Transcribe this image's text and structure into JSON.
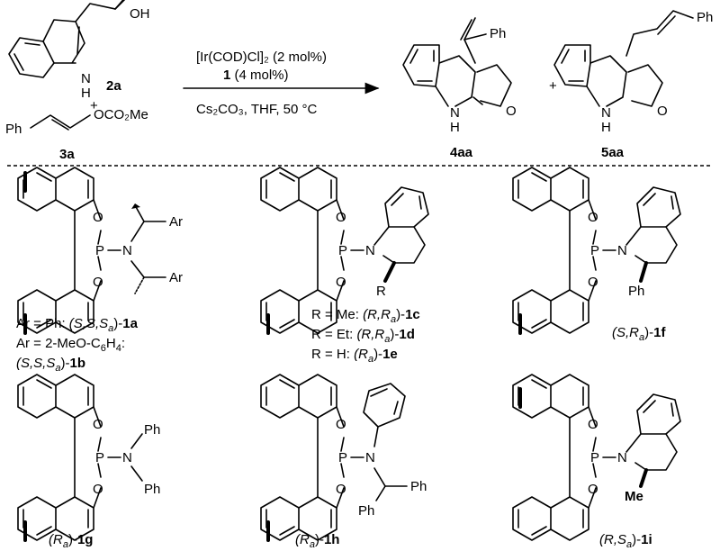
{
  "reaction": {
    "substrate_2a": {
      "atom_oh": "OH",
      "atom_nh": "N",
      "atom_h": "H",
      "label": "2a"
    },
    "plus_top": "+",
    "substrate_3a": {
      "ph": "Ph",
      "oco2me": "OCO₂Me",
      "label": "3a"
    },
    "conditions": {
      "line1": "[Ir(COD)Cl]₂ (2 mol%)",
      "line2_bold": "1",
      "line2_rest": " (4 mol%)",
      "line3": "Cs₂CO₃, THF, 50 °C"
    },
    "product_4aa": {
      "ph": "Ph",
      "n": "N",
      "h": "H",
      "o": "O",
      "label": "4aa"
    },
    "plus_products": "+",
    "product_5aa": {
      "ph": "Ph",
      "n": "N",
      "h": "H",
      "o": "O",
      "label": "5aa"
    }
  },
  "ligands": [
    {
      "id": "1a_1b",
      "atoms": {
        "o1": "O",
        "o2": "O",
        "p": "P",
        "n": "N",
        "ar1": "Ar",
        "ar2": "Ar"
      },
      "caption": [
        {
          "pre": "Ar = Ph: ",
          "stereo": "(S,S,S",
          "sub": "a",
          "post": ")-",
          "id": "1a"
        },
        {
          "pre": "Ar = 2-MeO-C",
          "sub6": "6",
          "mid": "H",
          "sub4": "4",
          "post": ":"
        },
        {
          "stereo": "(S,S,S",
          "sub": "a",
          "post": ")-",
          "id": "1b"
        }
      ]
    },
    {
      "id": "1c_1e",
      "atoms": {
        "o1": "O",
        "o2": "O",
        "p": "P",
        "n": "N",
        "r": "R"
      },
      "caption": [
        {
          "pre": "R = Me: ",
          "stereo": "(R,R",
          "sub": "a",
          "post": ")-",
          "id": "1c"
        },
        {
          "pre": "R = Et: ",
          "stereo": "(R,R",
          "sub": "a",
          "post": ")-",
          "id": "1d"
        },
        {
          "pre": "R = H: ",
          "stereo": "(R",
          "sub": "a",
          "post": ")-",
          "id": "1e"
        }
      ]
    },
    {
      "id": "1f",
      "atoms": {
        "o1": "O",
        "o2": "O",
        "p": "P",
        "n": "N",
        "ph": "Ph"
      },
      "caption": [
        {
          "stereo": "(S,R",
          "sub": "a",
          "post": ")-",
          "id": "1f"
        }
      ]
    },
    {
      "id": "1g",
      "atoms": {
        "o1": "O",
        "o2": "O",
        "p": "P",
        "n": "N",
        "ph1": "Ph",
        "ph2": "Ph"
      },
      "caption": [
        {
          "stereo": "(R",
          "sub": "a",
          "post": ")-",
          "id": "1g"
        }
      ]
    },
    {
      "id": "1h",
      "atoms": {
        "o1": "O",
        "o2": "O",
        "p": "P",
        "n": "N",
        "ph": "Ph",
        "ph2": "Ph"
      },
      "caption": [
        {
          "stereo": "(R",
          "sub": "a",
          "post": ")-",
          "id": "1h"
        }
      ]
    },
    {
      "id": "1i",
      "atoms": {
        "o1": "O",
        "o2": "O",
        "p": "P",
        "n": "N",
        "me": "Me"
      },
      "caption": [
        {
          "stereo": "(R,S",
          "sub": "a",
          "post": ")-",
          "id": "1i"
        }
      ]
    }
  ]
}
